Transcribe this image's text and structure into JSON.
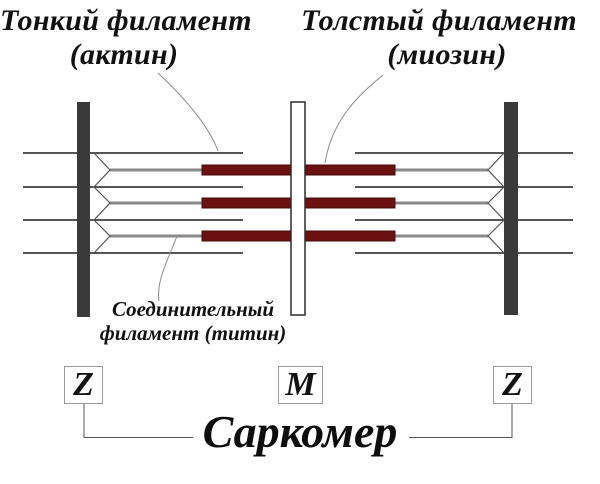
{
  "labels": {
    "thin_filament": {
      "line1": "Тонкий филамент",
      "line2": "(актин)"
    },
    "thick_filament": {
      "line1": "Толстый филамент",
      "line2": "(миозин)"
    },
    "connecting_filament": {
      "line1": "Соединительный",
      "line2": "филамент (титин)"
    },
    "sarcomere": "Саркомер"
  },
  "markers": {
    "z_left": "Z",
    "m_center": "M",
    "z_right": "Z"
  },
  "colors": {
    "myosin_bar": "#6b1111",
    "myosin_border": "#450b0b",
    "z_disc": "#3a3a3a",
    "m_line_fill": "#ffffff",
    "m_line_border": "#2b2b2b",
    "actin_line": "#1f1f1f",
    "titin_line": "#8a8a8a",
    "zigzag_line": "#555555",
    "leader_line": "#8c8c8c",
    "bracket_line": "#555555"
  }
}
